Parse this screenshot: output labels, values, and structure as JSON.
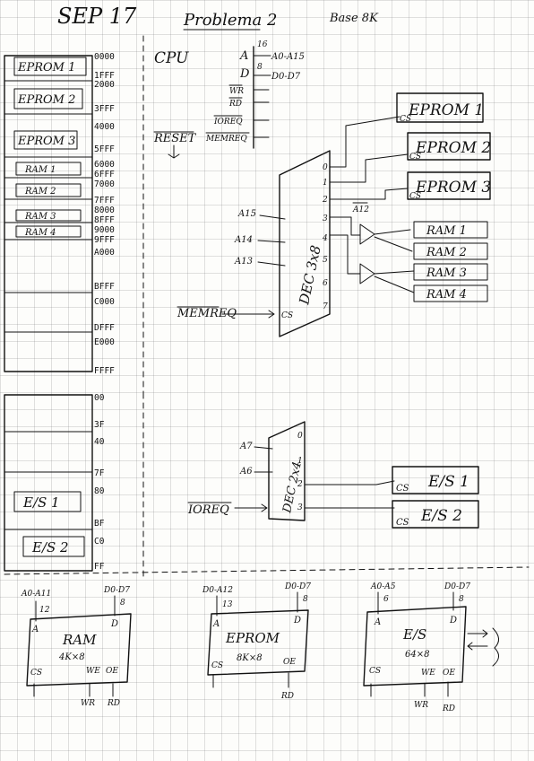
{
  "header": {
    "date": "SEP 17",
    "title": "Problema 2",
    "note": "Base 8K"
  },
  "memory_map": {
    "addresses": [
      "0000",
      "1FFF",
      "2000",
      "3FFF",
      "4000",
      "5FFF",
      "6000",
      "6FFF",
      "7000",
      "7FFF",
      "8000",
      "8FFF",
      "9000",
      "9FFF",
      "A000",
      "BFFF",
      "C000",
      "DFFF",
      "E000",
      "FFFF"
    ],
    "blocks": [
      "EPROM 1",
      "EPROM 2",
      "EPROM 3",
      "RAM 1",
      "RAM 2",
      "RAM 3",
      "RAM 4"
    ]
  },
  "io_map": {
    "addresses": [
      "00",
      "3F",
      "40",
      "7F",
      "80",
      "BF",
      "C0",
      "FF"
    ],
    "blocks": [
      "E/S 1",
      "E/S 2"
    ]
  },
  "cpu": {
    "label": "CPU",
    "addr_pin": "A",
    "addr_count": "16",
    "addr_bus": "A0-A15",
    "data_pin": "D",
    "data_count": "8",
    "data_bus": "D0-D7",
    "signals": [
      "WR",
      "RD",
      "IOREQ",
      "MEMREQ"
    ],
    "reset": "RESET"
  },
  "mem_decoder": {
    "label": "DEC 3x8",
    "inputs": [
      "A15",
      "A14",
      "A13"
    ],
    "enable_signal": "MEMREQ",
    "enable_pin": "CS",
    "outputs": [
      "0",
      "1",
      "2",
      "3",
      "4",
      "5",
      "6",
      "7"
    ],
    "sub_addr": "A12",
    "targets": [
      "EPROM 1",
      "EPROM 2",
      "EPROM 3",
      "RAM 1",
      "RAM 2",
      "RAM 3",
      "RAM 4"
    ],
    "cs_label": "CS"
  },
  "io_decoder": {
    "label": "DEC 2x4",
    "inputs": [
      "A7",
      "A6"
    ],
    "enable_signal": "IOREQ",
    "outputs": [
      "0",
      "1",
      "2",
      "3"
    ],
    "targets": [
      "E/S 1",
      "E/S 2"
    ],
    "cs_label": "CS"
  },
  "chips": [
    {
      "name": "RAM",
      "size": "4K×8",
      "addr": "A0-A11",
      "addr_n": "12",
      "data": "D0-D7",
      "data_n": "8",
      "pins": [
        "CS",
        "WE",
        "OE"
      ],
      "sigs": [
        "WR",
        "RD"
      ]
    },
    {
      "name": "EPROM",
      "size": "8K×8",
      "addr": "D0-A12",
      "addr_n": "13",
      "data": "D0-D7",
      "data_n": "8",
      "pins": [
        "CS",
        "OE"
      ],
      "sigs": [
        "RD"
      ]
    },
    {
      "name": "E/S",
      "size": "64×8",
      "addr": "A0-A5",
      "addr_n": "6",
      "data": "D0-D7",
      "data_n": "8",
      "pins": [
        "CS",
        "WE",
        "OE"
      ],
      "sigs": [
        "WR",
        "RD"
      ]
    }
  ],
  "pin_letters": {
    "a": "A",
    "d": "D"
  },
  "decor": {
    "ink": "#111111",
    "grid": "#9a9a9a"
  }
}
